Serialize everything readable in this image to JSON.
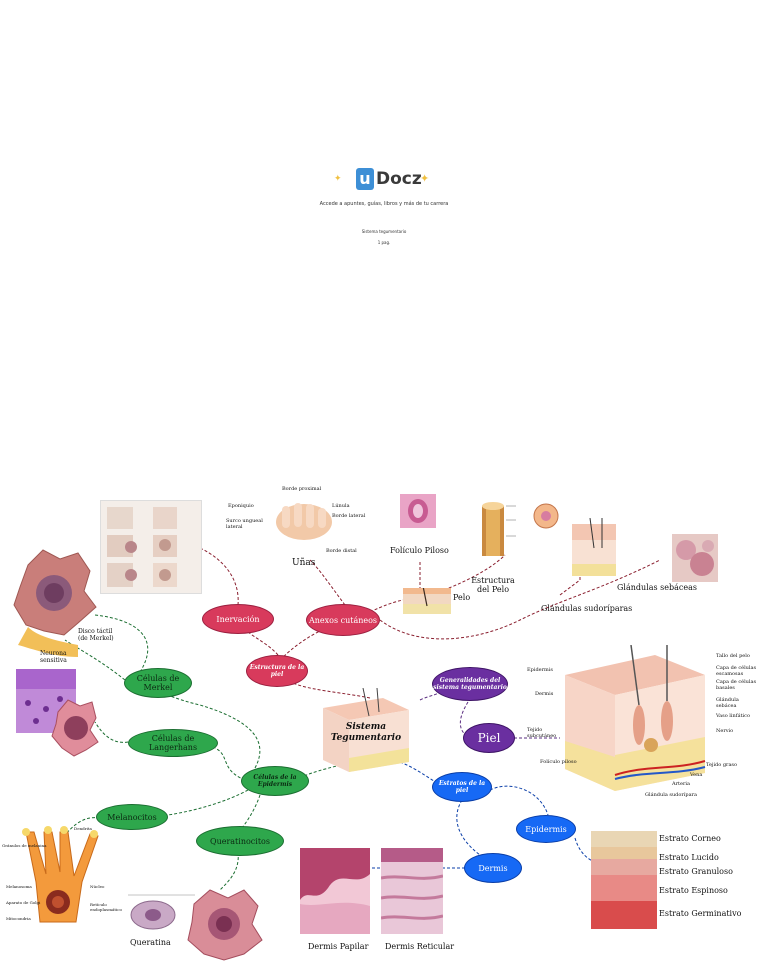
{
  "cover": {
    "logo_mark": "u",
    "logo_text": "Docz",
    "tagline": "Accede a apuntes, guías, libros y más de tu carrera",
    "doc_title": "Sistema tegumentario",
    "pages": "1 pag."
  },
  "diagram": {
    "center": "Sistema Tegumentario",
    "nodes": {
      "inervacion": "Inervación",
      "anexos": "Anexos cutáneos",
      "estructura_piel": "Estructura de la piel",
      "generalidades": "Generalidades del sistema tegumentario",
      "piel": "Piel",
      "estratos_piel": "Estratos de la piel",
      "epidermis": "Epidermis",
      "dermis": "Dermis",
      "celulas_epidermis": "Células de la Epidermis",
      "merkel": "Células de Merkel",
      "langerhans": "Células de Langerhans",
      "melanocitos": "Melanocitos",
      "queratinocitos": "Queratinocitos"
    },
    "labels": {
      "unas": "Uñas",
      "foliculo": "Folículo Piloso",
      "pelo": "Pelo",
      "estructura_pelo": "Estructura del Pelo",
      "gl_sudoriparas": "Glándulas sudoríparas",
      "gl_sebaceas": "Glándulas sebáceas",
      "disco_tactil": "Disco táctil (de Merkel)",
      "neurona": "Neurona sensitiva",
      "queratina": "Queratina",
      "dermis_papilar": "Dermis Papilar",
      "dermis_reticular": "Dermis Reticular",
      "estrato_corneo": "Estrato Corneo",
      "estrato_lucido": "Estrato Lucido",
      "estrato_granuloso": "Estrato Granuloso",
      "estrato_espinoso": "Estrato Espinoso",
      "estrato_germinativo": "Estrato Germinativo"
    },
    "nail_labels": {
      "borde_proximal": "Borde proximal",
      "eponiquio": "Eponiquio",
      "lunula": "Lúnula",
      "borde_lateral": "Borde lateral",
      "surco": "Surco ungueal lateral",
      "borde_distal": "Borde distal"
    },
    "skin_labels": {
      "epidermis": "Epidermis",
      "dermis": "Dermis",
      "tejido": "Tejido subcutáneo",
      "tallo": "Tallo del pelo",
      "capa_escamosas": "Capa de células escamosas",
      "capa_basales": "Capa de células basales",
      "glandula_sebacea": "Glándula sebácea",
      "vaso": "Vaso linfático",
      "nervio": "Nervio",
      "tejido_graso": "Tejido graso",
      "vena": "Vena",
      "arteria": "Arteria",
      "glandula_sudoripara": "Glándula sudorípara",
      "foliculo_piloso": "Folículo piloso"
    },
    "melanocyte_labels": {
      "dendrita": "Dendrita",
      "melanosoma": "Melanosoma",
      "nucleo": "Núcleo",
      "aparato_golgi": "Aparato de Golgi",
      "reticulo": "Retículo endoplasmático",
      "mitocondria": "Mitocondria",
      "granulos": "Gránulos de melanina"
    }
  },
  "colors": {
    "red": "#d83a5c",
    "green": "#2ea74c",
    "purple": "#6a2fa0",
    "blue": "#1669f5"
  }
}
